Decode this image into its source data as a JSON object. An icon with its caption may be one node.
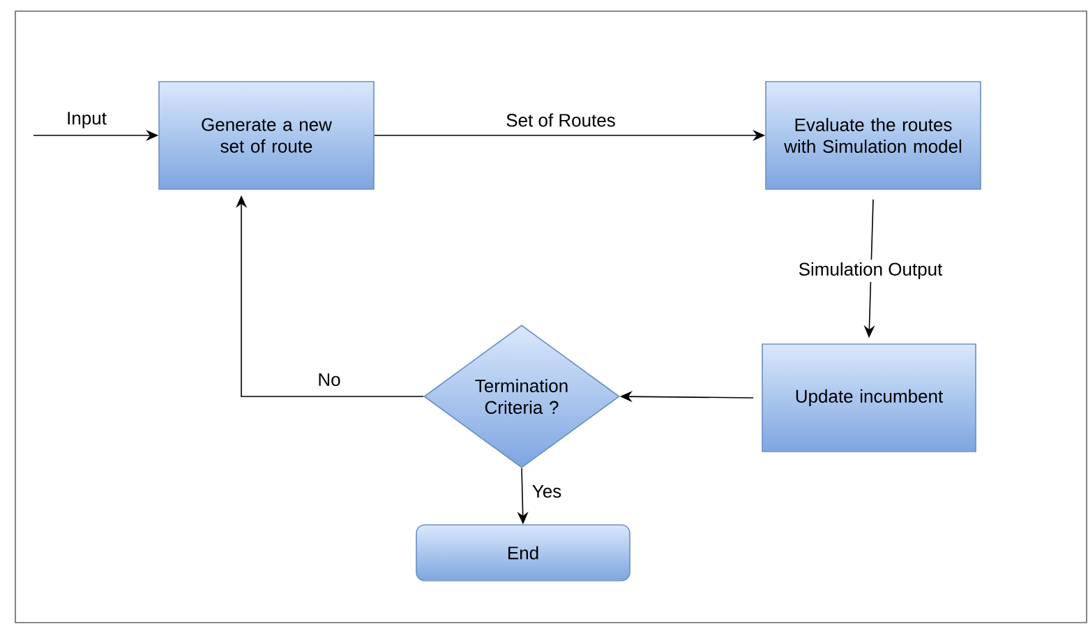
{
  "diagram": {
    "nodes": [
      {
        "text": [
          "Generate a new set of route"
        ]
      },
      {
        "text": [
          "Evaluate the routes with Simulation model"
        ]
      },
      {
        "text": [
          "Update incumbent"
        ]
      },
      {
        "text": [
          "Termination Criteria ?"
        ]
      },
      {
        "text": [
          "End"
        ]
      }
    ],
    "edges": [
      {
        "from": null,
        "to": 0,
        "arrow": "to",
        "label": "Input"
      },
      {
        "from": 0,
        "to": 1,
        "arrow": "to",
        "label": "Set of Routes"
      },
      {
        "from": 1,
        "to": 2,
        "arrow": "to",
        "label": "Simulation Output"
      },
      {
        "from": 2,
        "to": 3,
        "arrow": "to"
      },
      {
        "from": 3,
        "to": 0,
        "arrow": "to",
        "label": "No"
      },
      {
        "from": 3,
        "to": 4,
        "arrow": "to",
        "label": "Yes"
      }
    ]
  }
}
